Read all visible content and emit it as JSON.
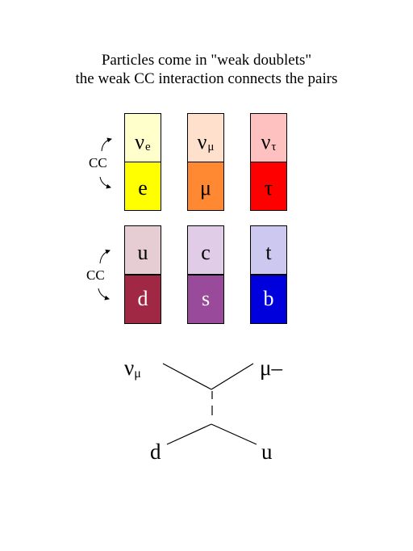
{
  "title": {
    "line1": "Particles come in \"weak doublets\"",
    "line2": "the weak CC interaction connects the pairs"
  },
  "cc_label": "CC",
  "leptons": [
    {
      "top_base": "ν",
      "top_sub": "e",
      "top_color": "#ffffcc",
      "bottom": "e",
      "bottom_color": "#ffff00",
      "bottom_text_color": "#000000"
    },
    {
      "top_base": "ν",
      "top_sub": "μ",
      "top_color": "#ffe0cc",
      "bottom": "μ",
      "bottom_color": "#ff8833",
      "bottom_text_color": "#000000"
    },
    {
      "top_base": "ν",
      "top_sub": "τ",
      "top_color": "#ffc0c0",
      "bottom": "τ",
      "bottom_color": "#ff0000",
      "bottom_text_color": "#000000"
    }
  ],
  "quarks": [
    {
      "top": "u",
      "top_color": "#e6ccd3",
      "bottom": "d",
      "bottom_color": "#a02845",
      "bottom_text_color": "#ffffff"
    },
    {
      "top": "c",
      "top_color": "#e0cce6",
      "bottom": "s",
      "bottom_color": "#9a4a9a",
      "bottom_text_color": "#ffffff"
    },
    {
      "top": "t",
      "top_color": "#ccc8f0",
      "bottom": "b",
      "bottom_color": "#0000dd",
      "bottom_text_color": "#ffffff"
    }
  ],
  "feynman": {
    "nu_base": "ν",
    "nu_sub": "μ",
    "mu_minus": "μ–",
    "d": "d",
    "u": "u"
  }
}
